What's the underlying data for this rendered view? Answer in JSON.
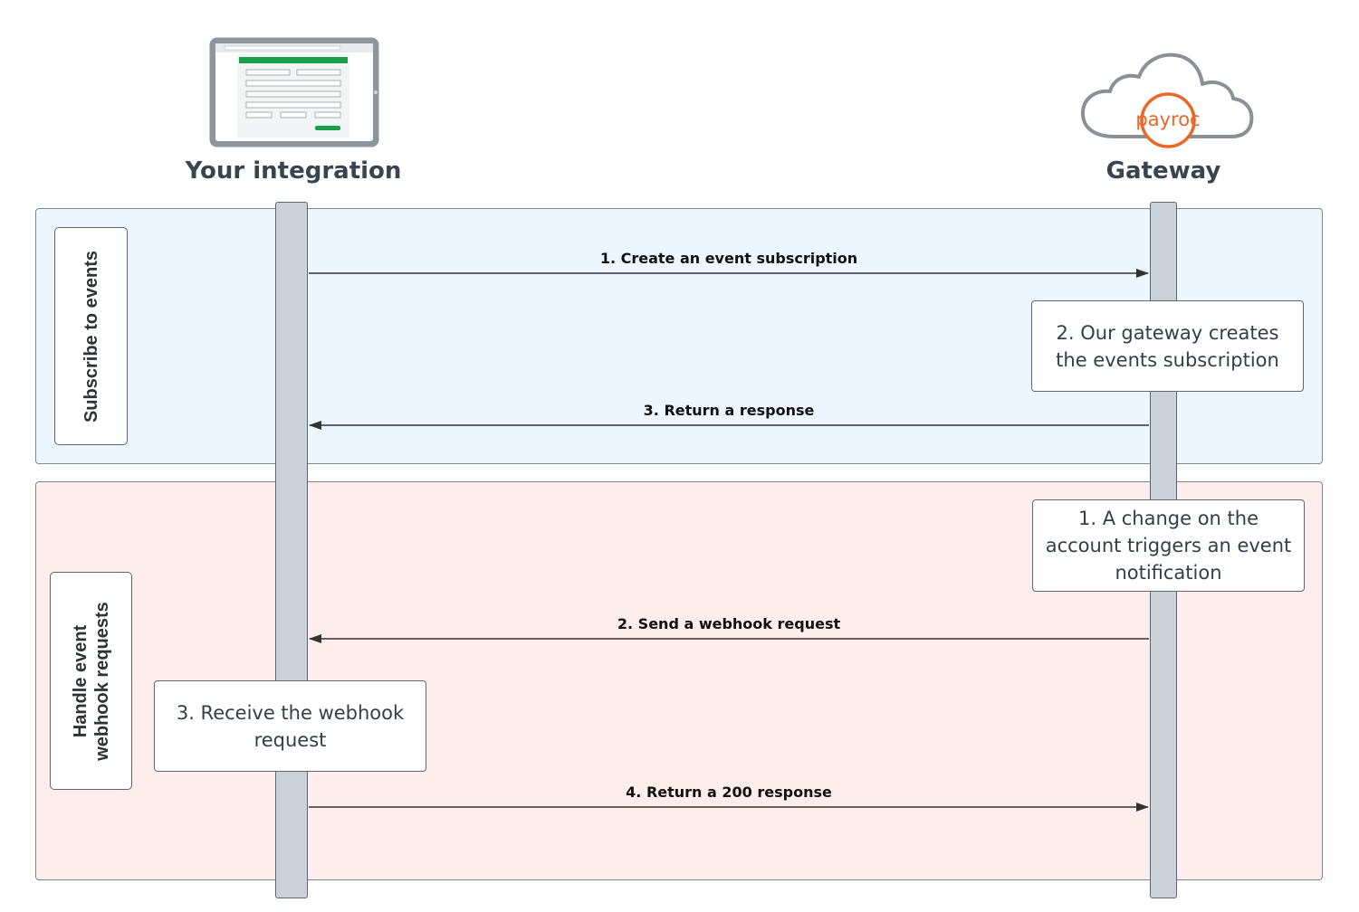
{
  "participants": {
    "left": {
      "title": "Your integration",
      "icon": "tablet-form-icon"
    },
    "right": {
      "title": "Gateway",
      "icon": "payroc-cloud-icon",
      "logo_text": "payroc"
    }
  },
  "sections": [
    {
      "label": "Subscribe to events",
      "color": "#edf5fe"
    },
    {
      "label_line1": "Handle event",
      "label_line2": "webhook requests",
      "color": "#fdeeed"
    }
  ],
  "messages": {
    "create_subscription": "1. Create an event subscription",
    "return_response": "3. Return a response",
    "send_webhook": "2. Send a webhook request",
    "return_200": "4. Return a 200 response"
  },
  "notes": {
    "gateway_creates": "2. Our gateway creates the events subscription",
    "account_change": "1. A change on the account triggers an event notification",
    "receive_webhook": "3. Receive the webhook request"
  },
  "colors": {
    "brand_orange": "#e8682a",
    "form_green": "#1a9e4a"
  }
}
